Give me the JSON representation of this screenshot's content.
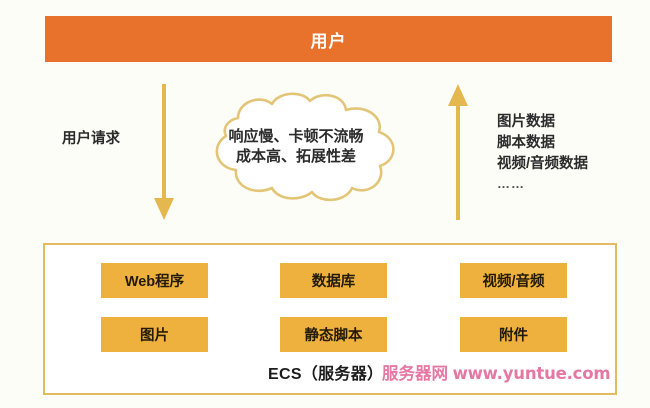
{
  "diagram": {
    "title_bar": {
      "label": "用户"
    },
    "flows": {
      "down_arrow": "arrow-down",
      "up_arrow": "arrow-up",
      "left_label": "用户请求",
      "right_labels": [
        "图片数据",
        "脚本数据",
        "视频/音频数据",
        "……"
      ]
    },
    "cloud": {
      "lines": [
        "响应慢、卡顿不流畅",
        "成本高、拓展性差"
      ]
    },
    "ecs": {
      "caption": "ECS（服务器）",
      "services": [
        {
          "label": "Web程序",
          "col": "col-a",
          "row": "row-1"
        },
        {
          "label": "图片",
          "col": "col-a",
          "row": "row-2"
        },
        {
          "label": "数据库",
          "col": "col-b",
          "row": "row-1"
        },
        {
          "label": "静态脚本",
          "col": "col-b",
          "row": "row-2"
        },
        {
          "label": "视频/音频",
          "col": "col-c",
          "row": "row-1"
        },
        {
          "label": "附件",
          "col": "col-c",
          "row": "row-2"
        }
      ]
    },
    "watermark": {
      "cn": "服务器网",
      "url": "www.yuntue.com"
    },
    "colors": {
      "header_orange": "#e8712b",
      "box_amber": "#eeb13e",
      "panel_border": "#e3bb5e",
      "arrow_gold": "#e5b84f",
      "cloud_outline": "#e2c576",
      "watermark_pink": "#e4709f",
      "page_background": "#fdfdf8",
      "text_dark": "#2b2b2b"
    }
  }
}
